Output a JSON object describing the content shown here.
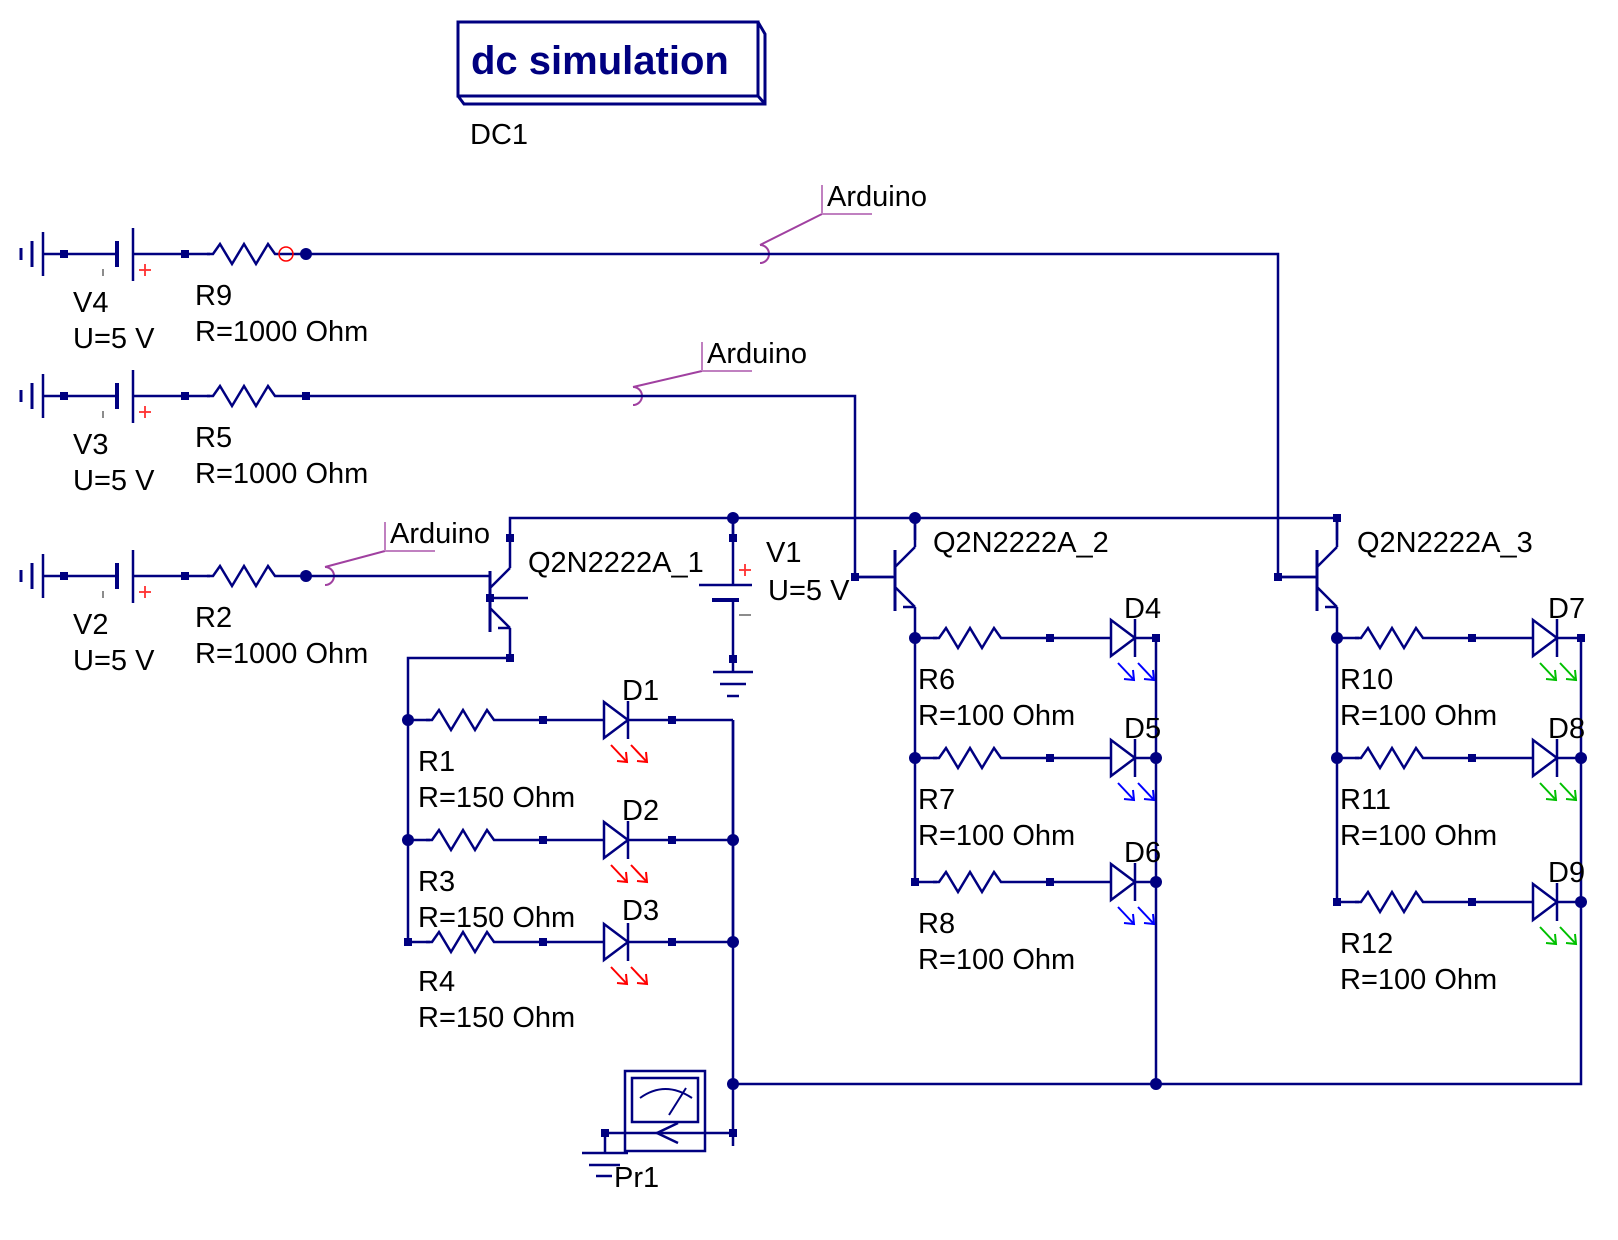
{
  "simulation": {
    "label": "dc simulation",
    "name": "DC1"
  },
  "colors": {
    "wire": "#000080",
    "text": "#000000",
    "label_tag": "#c080c0",
    "led_red": "#ff0000",
    "led_blue": "#0000ff",
    "led_green": "#00c000",
    "plus": "#ff3030"
  },
  "sources": [
    {
      "name": "V4",
      "value": "U=5 V"
    },
    {
      "name": "V3",
      "value": "U=5 V"
    },
    {
      "name": "V2",
      "value": "U=5 V"
    },
    {
      "name": "V1",
      "value": "U=5 V"
    }
  ],
  "base_resistors": [
    {
      "name": "R9",
      "value": "R=1000 Ohm"
    },
    {
      "name": "R5",
      "value": "R=1000 Ohm"
    },
    {
      "name": "R2",
      "value": "R=1000 Ohm"
    }
  ],
  "net_labels": [
    "Arduino",
    "Arduino",
    "Arduino"
  ],
  "transistors": [
    "Q2N2222A_1",
    "Q2N2222A_2",
    "Q2N2222A_3"
  ],
  "groups": [
    {
      "color": "red",
      "resistors": [
        {
          "name": "R1",
          "value": "R=150 Ohm"
        },
        {
          "name": "R3",
          "value": "R=150 Ohm"
        },
        {
          "name": "R4",
          "value": "R=150 Ohm"
        }
      ],
      "diodes": [
        "D1",
        "D2",
        "D3"
      ]
    },
    {
      "color": "blue",
      "resistors": [
        {
          "name": "R6",
          "value": "R=100 Ohm"
        },
        {
          "name": "R7",
          "value": "R=100 Ohm"
        },
        {
          "name": "R8",
          "value": "R=100 Ohm"
        }
      ],
      "diodes": [
        "D4",
        "D5",
        "D6"
      ]
    },
    {
      "color": "green",
      "resistors": [
        {
          "name": "R10",
          "value": "R=100 Ohm"
        },
        {
          "name": "R11",
          "value": "R=100 Ohm"
        },
        {
          "name": "R12",
          "value": "R=100 Ohm"
        }
      ],
      "diodes": [
        "D7",
        "D8",
        "D9"
      ]
    }
  ],
  "probe": {
    "name": "Pr1"
  }
}
